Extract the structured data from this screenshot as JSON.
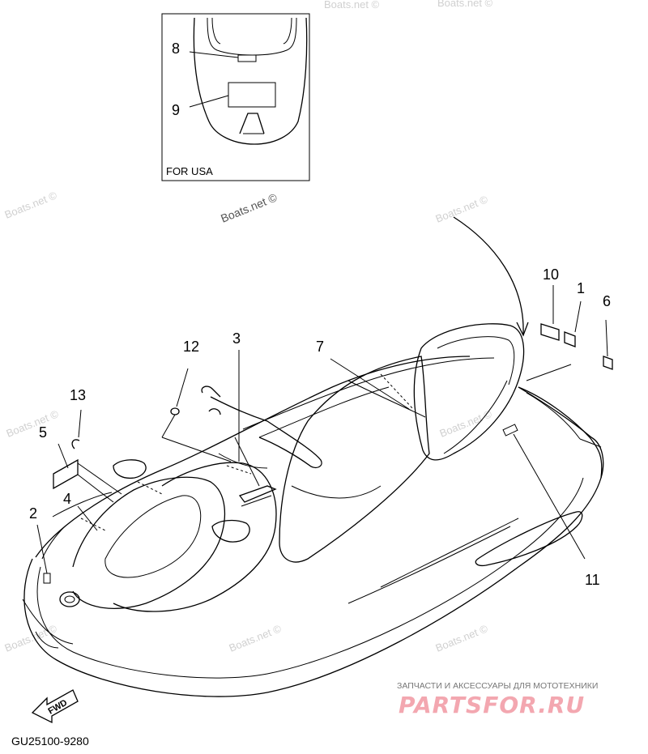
{
  "inset": {
    "caption": "FOR USA"
  },
  "part_labels": [
    {
      "id": "8",
      "text": "8"
    },
    {
      "id": "9",
      "text": "9"
    },
    {
      "id": "10",
      "text": "10"
    },
    {
      "id": "1",
      "text": "1"
    },
    {
      "id": "6",
      "text": "6"
    },
    {
      "id": "12",
      "text": "12"
    },
    {
      "id": "3",
      "text": "3"
    },
    {
      "id": "7",
      "text": "7"
    },
    {
      "id": "13",
      "text": "13"
    },
    {
      "id": "5",
      "text": "5"
    },
    {
      "id": "4",
      "text": "4"
    },
    {
      "id": "2",
      "text": "2"
    },
    {
      "id": "11",
      "text": "11"
    }
  ],
  "diagram_code": "GU25100-9280",
  "direction_badge": "FWD",
  "watermarks": {
    "text": "Boats.net ©"
  },
  "brand": {
    "tagline": "ЗАПЧАСТИ И АКСЕССУАРЫ ДЛЯ МОТОТЕХНИКИ",
    "logo": "PARTSFOR.RU"
  }
}
